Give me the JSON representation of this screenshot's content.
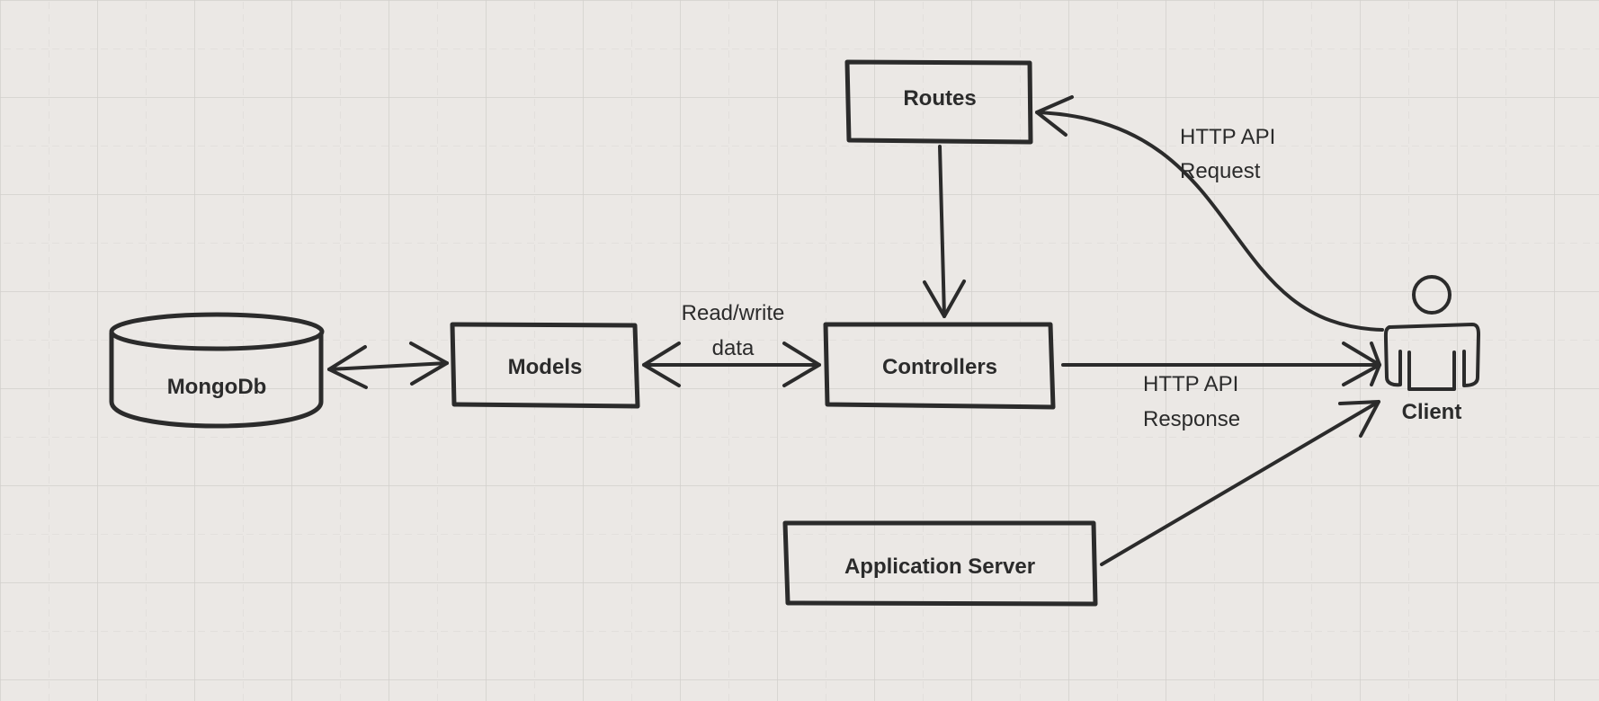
{
  "nodes": {
    "routes": "Routes",
    "controllers": "Controllers",
    "models": "Models",
    "mongodb": "MongoDb",
    "application_server": "Application Server",
    "client": "Client"
  },
  "edges": {
    "read_write": [
      "Read/write",
      "data"
    ],
    "http_request": [
      "HTTP API",
      "Request"
    ],
    "http_response": [
      "HTTP API",
      "Response"
    ]
  }
}
